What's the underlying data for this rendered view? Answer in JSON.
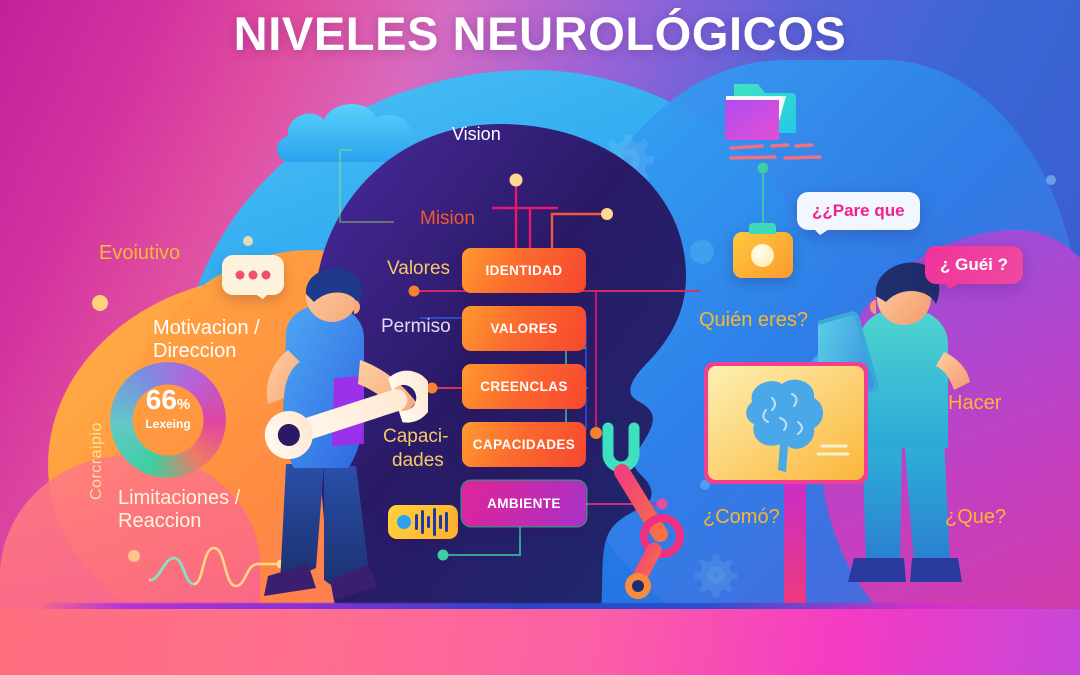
{
  "title": "NIVELES NEUROLÓGICOS",
  "levels": [
    {
      "label": "IDENTIDAD",
      "color": "#f7462e"
    },
    {
      "label": "VALORES",
      "color": "#f7462e"
    },
    {
      "label": "CREENCLAS",
      "color": "#f7462e"
    },
    {
      "label": "CAPACIDADES",
      "color": "#f7462e"
    },
    {
      "label": "AMBIENTE",
      "color": "#e0239b"
    }
  ],
  "left_labels": {
    "vision": "Vision",
    "mision": "Mision",
    "valores": "Valores",
    "permiso": "Permiso",
    "capacidades_line1": "Capaci-",
    "capacidades_line2": "dades"
  },
  "left_panel": {
    "evolutivo": "Evoiutivo",
    "vertical": "Corcraipio",
    "motivacion_line1": "Motivacion /",
    "motivacion_line2": "Direccion",
    "limitaciones_line1": "Limitaciones /",
    "limitaciones_line2": "Reaccion",
    "donut": {
      "value": "66",
      "unit": "%",
      "caption": "Lexeing"
    }
  },
  "right_labels": {
    "quien_eres": "Quién eres?",
    "hacer": "Hacer",
    "como": "¿Comó?",
    "que": "¿Que?"
  },
  "bubbles": {
    "pare_que": "¿¿Pare que",
    "guei": "¿ Guéi ?"
  },
  "icons": {
    "cloud": "cloud-icon",
    "folder": "folder-icon",
    "camera": "camera-icon",
    "equalizer": "equalizer-icon",
    "gear": "gear-icon",
    "brain": "brain-icon",
    "wrench": "wrench-icon",
    "robot_arm": "robot-arm-icon",
    "waveform": "waveform-icon",
    "speech_dots": "speech-dots-icon"
  },
  "colors": {
    "bg_left": "#c2209c",
    "bg_right": "#3554c8",
    "accent_orange": "#f7462e",
    "accent_magenta": "#e0239b",
    "gold": "#f6c96a",
    "head_fill": "#2a1a66"
  }
}
